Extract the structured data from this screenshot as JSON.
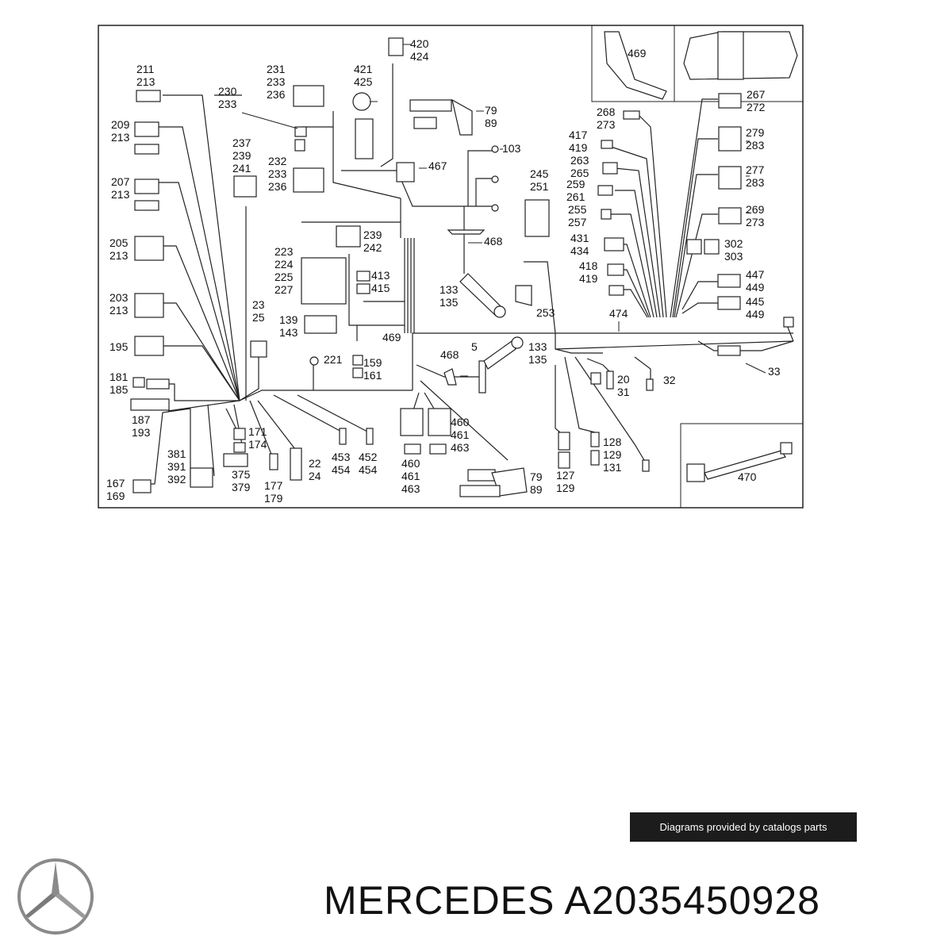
{
  "diagram": {
    "callouts": [
      "211\n213",
      "209\n213",
      "207\n213",
      "205\n213",
      "203\n213",
      "195",
      "181\n185",
      "187\n193",
      "167\n169",
      "381\n391\n392",
      "375\n379",
      "171\n174",
      "177\n179",
      "22\n24",
      "453\n454",
      "452\n454",
      "230\n233",
      "231\n233\n236",
      "237\n239\n241",
      "232\n233\n236",
      "23\n25",
      "223\n224\n225\n227",
      "239\n242",
      "413\n415",
      "139\n143",
      "221",
      "159\n161",
      "420\n424",
      "421\n425",
      "79\n89",
      "103",
      "467",
      "468",
      "133\n135",
      "469",
      "5",
      "468",
      "133\n135",
      "253",
      "245\n251",
      "460\n461\n463",
      "460\n461\n463",
      "79\n89",
      "127\n129",
      "128\n129\n131",
      "20\n31",
      "32",
      "474",
      "33",
      "268\n273",
      "417\n419",
      "263\n265",
      "259\n261",
      "255\n257",
      "431\n434",
      "418\n419",
      "267\n272",
      "279\n283",
      "277\n283",
      "269\n273",
      "302\n303",
      "447\n449",
      "445\n449",
      "469",
      "470"
    ]
  },
  "credit": {
    "text": "Diagrams provided by catalogs parts"
  },
  "footer": {
    "brand": "MERCEDES",
    "part_number": "A2035450928"
  },
  "logo": {
    "icon": "mercedes-star-icon",
    "color": "#8a8a8a"
  }
}
